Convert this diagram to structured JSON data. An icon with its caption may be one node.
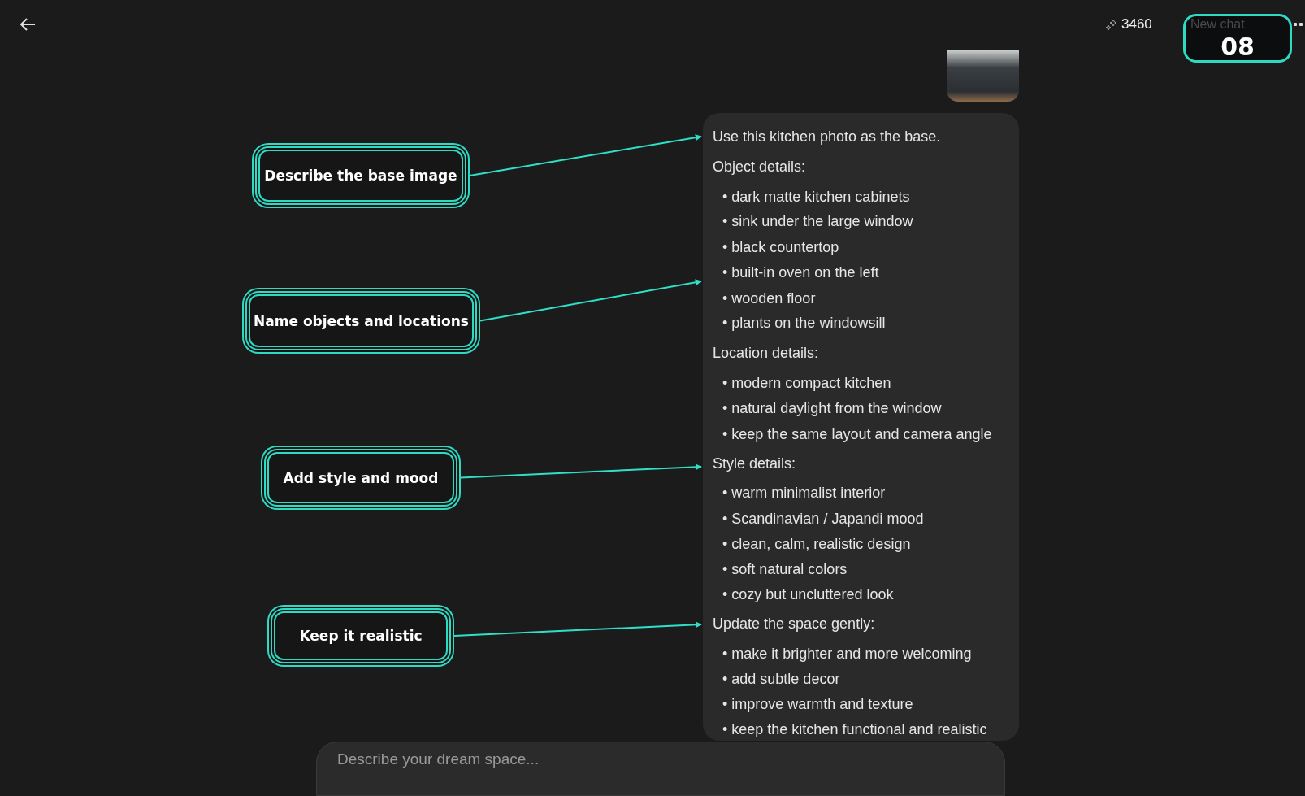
{
  "diagram": {
    "nodes": [
      {
        "text": [
          "08"
        ]
      },
      {
        "text": [
          "Describe the base image"
        ]
      },
      {
        "text": [
          "Name objects and locations"
        ]
      },
      {
        "text": [
          "Add style and mood"
        ]
      },
      {
        "text": [
          "Keep it realistic"
        ]
      },
      {
        "text": [
          "Use this kitchen photo as the base.",
          "Object details:",
          "• dark matte kitchen cabinets",
          "• sink under the large window",
          "• black countertop",
          "• built-in oven on the left",
          "• wooden floor",
          "• plants on the windowsill",
          "Location details:",
          "• modern compact kitchen",
          "• natural daylight from the window",
          "• keep the same layout and camera angle",
          "Style details:",
          "• warm minimalist interior",
          "• Scandinavian / Japandi mood",
          "• clean, calm, realistic design",
          "• soft natural colors",
          "• cozy but uncluttered look",
          "Update the space gently:",
          "• make it brighter and more welcoming",
          "• add subtle decor",
          "• improve warmth and texture",
          "• keep the kitchen functional and realistic"
        ]
      },
      {
        "text": [
          "Describe your dream space..."
        ]
      }
    ],
    "edges": [
      {
        "from": 1,
        "to": 5,
        "arrow": "to"
      },
      {
        "from": 2,
        "to": 5,
        "arrow": "to"
      },
      {
        "from": 3,
        "to": 5,
        "arrow": "to"
      },
      {
        "from": 4,
        "to": 5,
        "arrow": "to"
      }
    ],
    "labels": [
      "3460",
      "New chat"
    ]
  }
}
